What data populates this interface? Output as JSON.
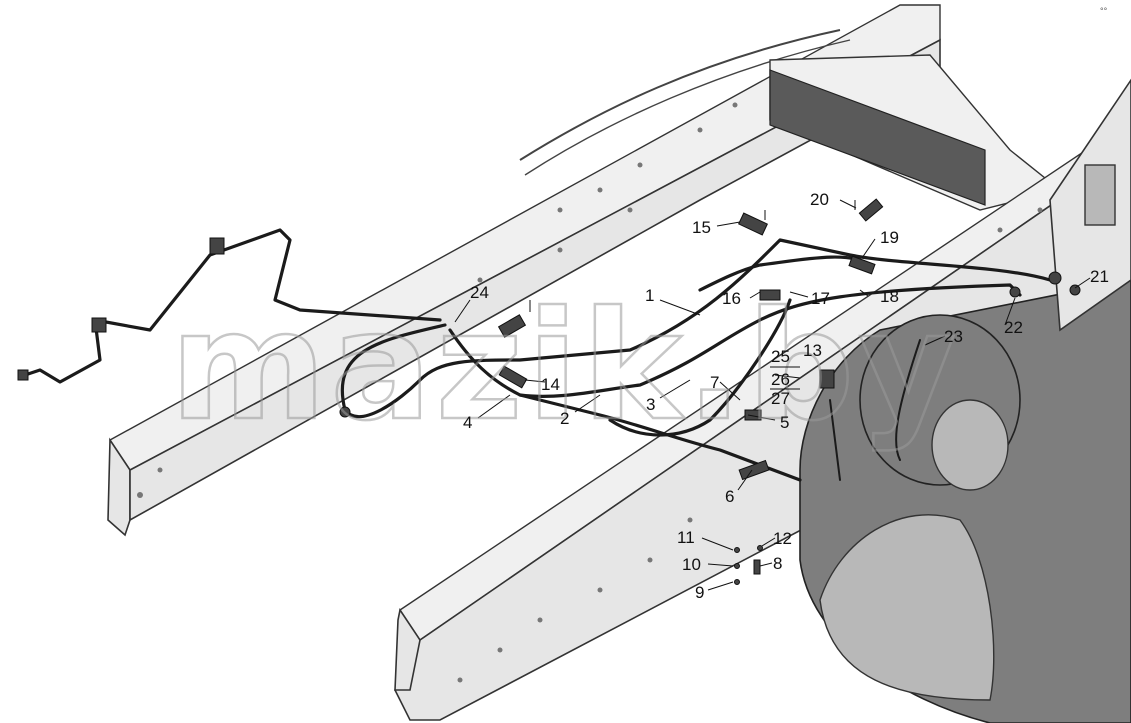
{
  "watermark": "mazik.by",
  "corner_mark": "°°",
  "callouts": [
    {
      "id": "c1",
      "label": "1"
    },
    {
      "id": "c2",
      "label": "2"
    },
    {
      "id": "c3",
      "label": "3"
    },
    {
      "id": "c4",
      "label": "4"
    },
    {
      "id": "c5",
      "label": "5"
    },
    {
      "id": "c6",
      "label": "6"
    },
    {
      "id": "c7",
      "label": "7"
    },
    {
      "id": "c8",
      "label": "8"
    },
    {
      "id": "c9",
      "label": "9"
    },
    {
      "id": "c10",
      "label": "10"
    },
    {
      "id": "c11",
      "label": "11"
    },
    {
      "id": "c12",
      "label": "12"
    },
    {
      "id": "c13",
      "label": "13"
    },
    {
      "id": "c14",
      "label": "14"
    },
    {
      "id": "c15",
      "label": "15"
    },
    {
      "id": "c16",
      "label": "16"
    },
    {
      "id": "c17",
      "label": "17"
    },
    {
      "id": "c18",
      "label": "18"
    },
    {
      "id": "c19",
      "label": "19"
    },
    {
      "id": "c20",
      "label": "20"
    },
    {
      "id": "c21",
      "label": "21"
    },
    {
      "id": "c22",
      "label": "22"
    },
    {
      "id": "c23",
      "label": "23"
    },
    {
      "id": "c24",
      "label": "24"
    },
    {
      "id": "c25",
      "label": "25"
    },
    {
      "id": "c26",
      "label": "26"
    },
    {
      "id": "c27",
      "label": "27"
    }
  ]
}
